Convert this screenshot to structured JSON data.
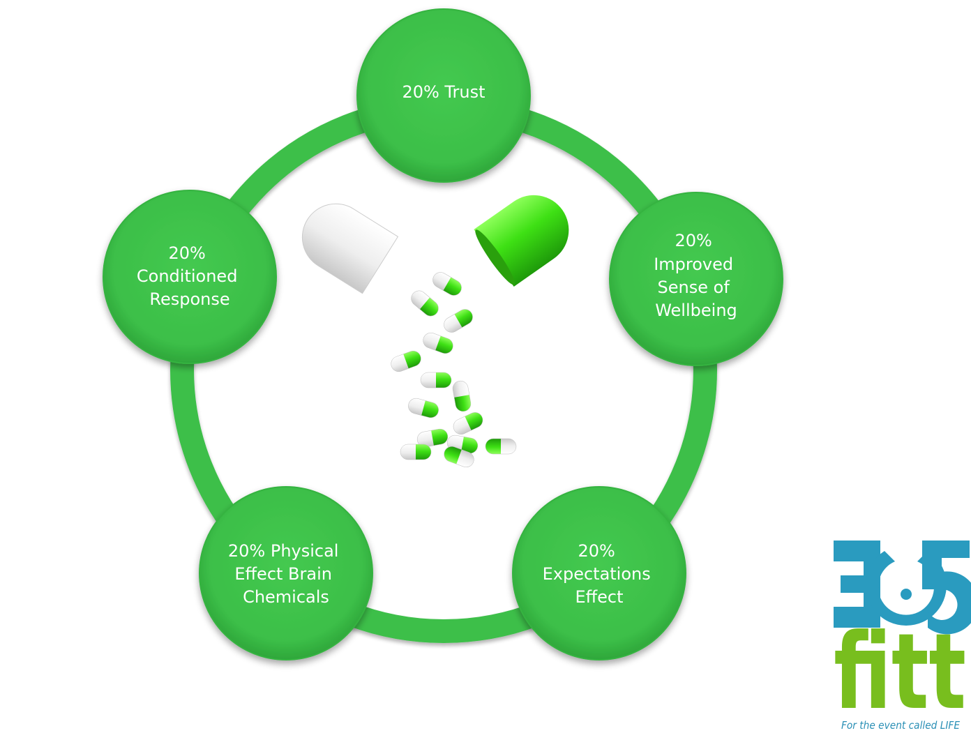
{
  "diagram": {
    "nodes": [
      {
        "id": "trust",
        "lines": [
          "20% Trust"
        ]
      },
      {
        "id": "wellbeing",
        "lines": [
          "20%",
          "Improved",
          "Sense of",
          "Wellbeing"
        ]
      },
      {
        "id": "expectations",
        "lines": [
          "20%",
          "Expectations",
          "Effect"
        ]
      },
      {
        "id": "physical",
        "lines": [
          "20% Physical",
          "Effect Brain",
          "Chemicals"
        ]
      },
      {
        "id": "conditioned",
        "lines": [
          "20%",
          "Conditioned",
          "Response"
        ]
      }
    ],
    "center_image": "pill-capsule-illustration"
  },
  "logo": {
    "number": "365",
    "word": "fitt",
    "tagline": "For the event called LIFE"
  },
  "colors": {
    "node_green": "#3cbf48",
    "ring_green": "#3cbf48",
    "pill_green": "#3ee014",
    "pill_white": "#f2f2f2",
    "logo_blue": "#2a9bbf",
    "logo_green": "#78be1e",
    "tagline_blue": "#2a8fb5"
  }
}
